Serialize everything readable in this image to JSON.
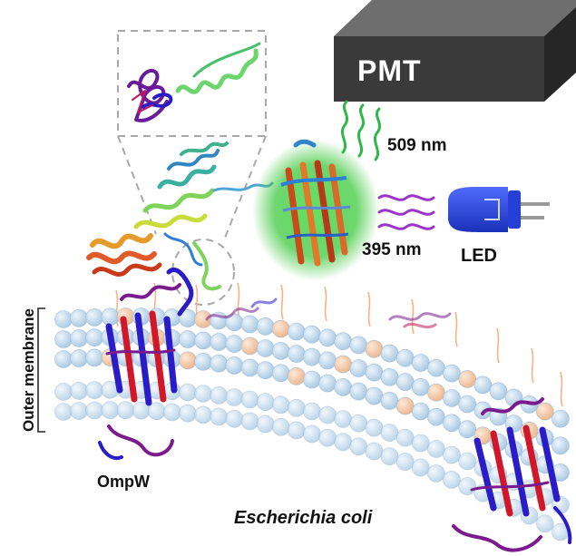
{
  "labels": {
    "detector": "PMT",
    "emission_wavelength": "509 nm",
    "excitation_wavelength": "395 nm",
    "light_source": "LED",
    "membrane_region": "Outer membrane",
    "anchor_protein": "OmpW",
    "organism": "Escherichia coli"
  },
  "colors": {
    "pmt_front": "#3a3a3a",
    "pmt_top": "#6e6e6e",
    "pmt_side": "#222222",
    "emission_light": "#2db84a",
    "excitation_light": "#9b35c9",
    "led_body": "#1f3fd6",
    "lipid_head_blue": "#b7d3ea",
    "lipid_head_peach": "#f2c29e",
    "gfp_glow": "#3ec93e",
    "ompw_red": "#d0182a",
    "ompw_blue": "#2a1cc6",
    "ompw_purple": "#7a1a8c"
  },
  "icons": [
    "pmt-detector-icon",
    "led-icon",
    "gfp-barrel-icon",
    "ompw-barrel-icon",
    "fusion-protein-icon",
    "lipid-bilayer-icon",
    "zoom-inset-icon"
  ]
}
